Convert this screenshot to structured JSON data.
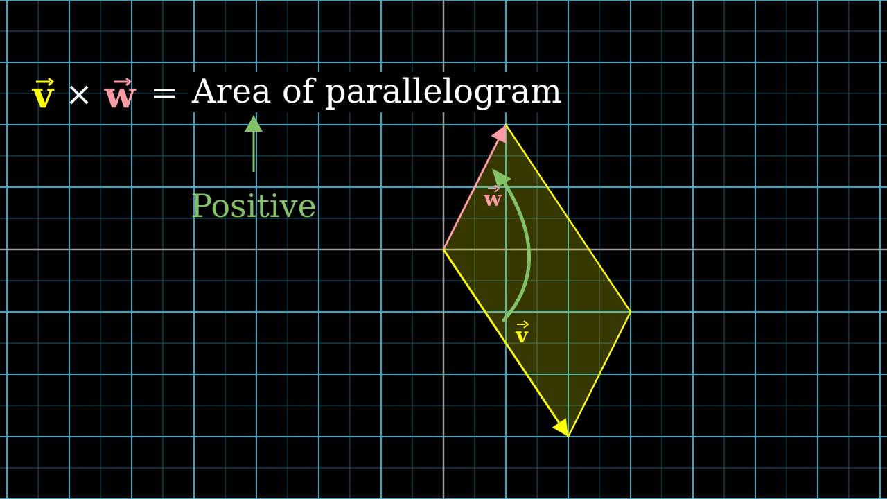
{
  "formula": {
    "v_symbol": "v",
    "times_symbol": "×",
    "w_symbol": "w",
    "equals_symbol": "=",
    "text": "Area of parallelogram"
  },
  "sign_annotation": {
    "label": "Positive"
  },
  "vectors": {
    "v": {
      "label": "v",
      "components": [
        2,
        -3
      ]
    },
    "w": {
      "label": "w",
      "components": [
        1,
        2
      ]
    }
  },
  "colors": {
    "background": "#000000",
    "grid_major": "#29abca",
    "grid_minor": "#1c5c6c",
    "axis": "#9a9a9a",
    "v": "#ffff00",
    "w": "#fc9aa6",
    "positive": "#83c167",
    "formula_text": "#ffffff",
    "parallelogram_fill": "#fcfc00"
  }
}
